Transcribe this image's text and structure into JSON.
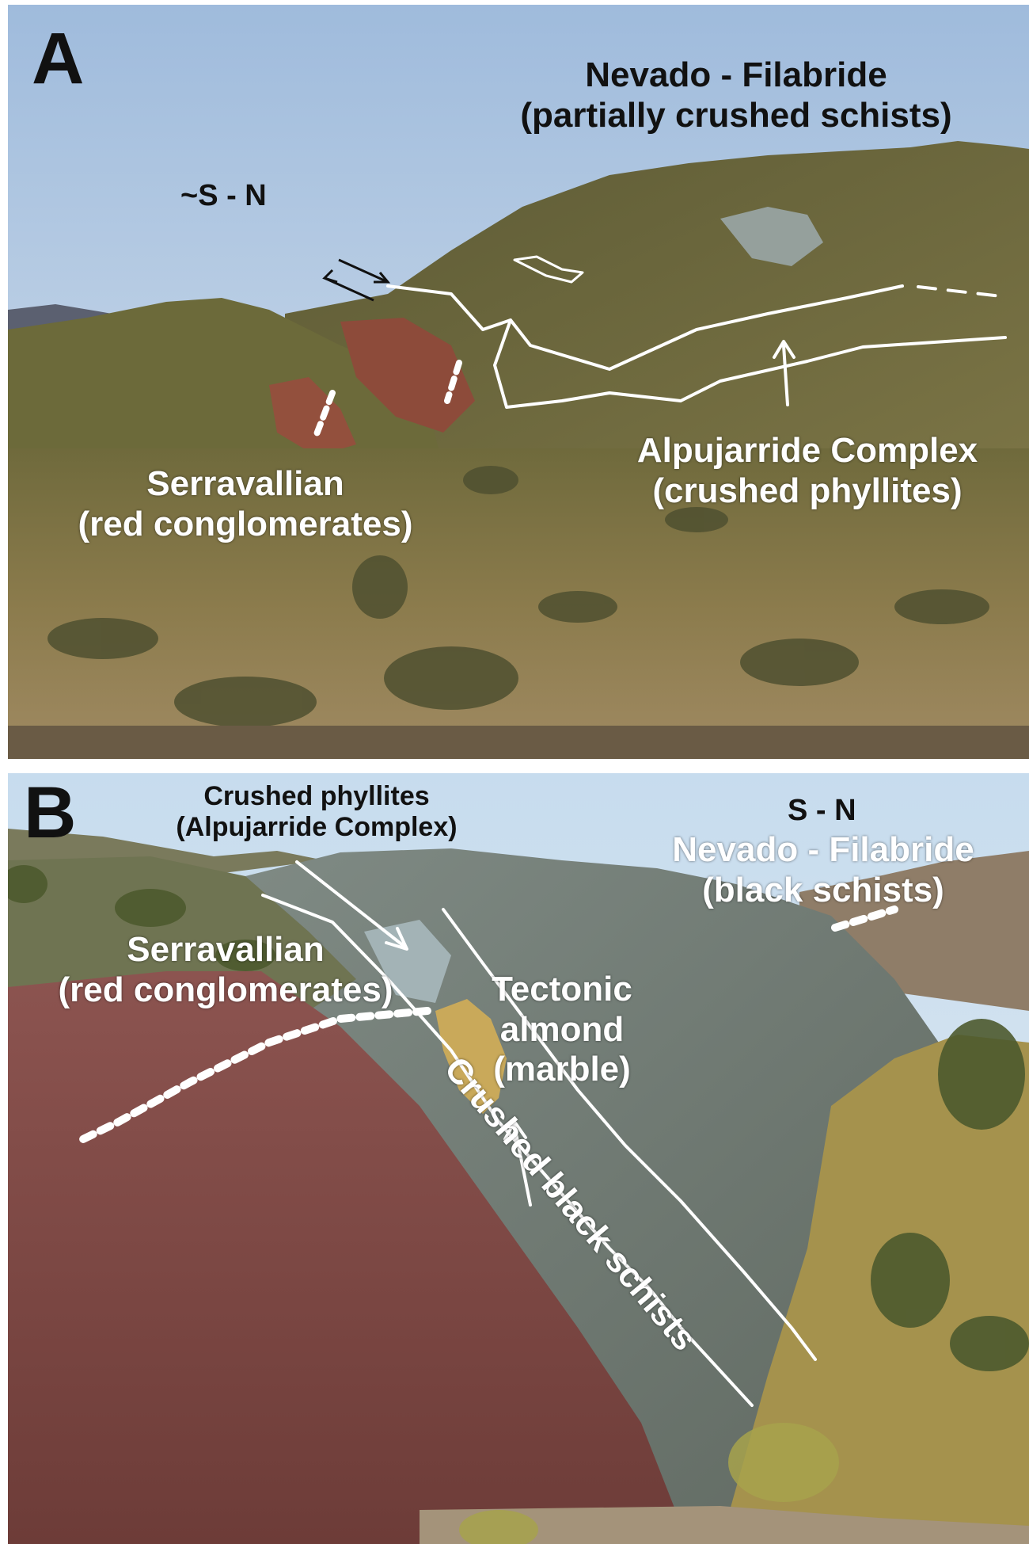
{
  "panel_a": {
    "letter": "A",
    "direction": "~S - N",
    "nevado_title": "Nevado - Filabride",
    "nevado_sub": "(partially crushed schists)",
    "alpu_title": "Alpujarride Complex",
    "alpu_sub": "(crushed phyllites)",
    "serra_title": "Serravallian",
    "serra_sub": "(red conglomerates)"
  },
  "panel_b": {
    "letter": "B",
    "direction": "S - N",
    "phyllites_title": "Crushed phyllites",
    "phyllites_sub": "(Alpujarride Complex)",
    "crushed_black": "Crushed black schists",
    "nevado_title": "Nevado - Filabride",
    "nevado_sub": "(black schists)",
    "serra_title": "Serravallian",
    "serra_sub": "(red conglomerates)",
    "tect_line1": "Tectonic",
    "tect_line2": "almond",
    "tect_line3": "(marble)"
  },
  "colors": {
    "sky_a": "#b9cde4",
    "sky_b": "#cfe0ee",
    "hills": "#6b6a3e",
    "red_conglomerate": "#8a4a42",
    "grey_schist": "#7c8a8e",
    "annotation": "#ffffff"
  }
}
